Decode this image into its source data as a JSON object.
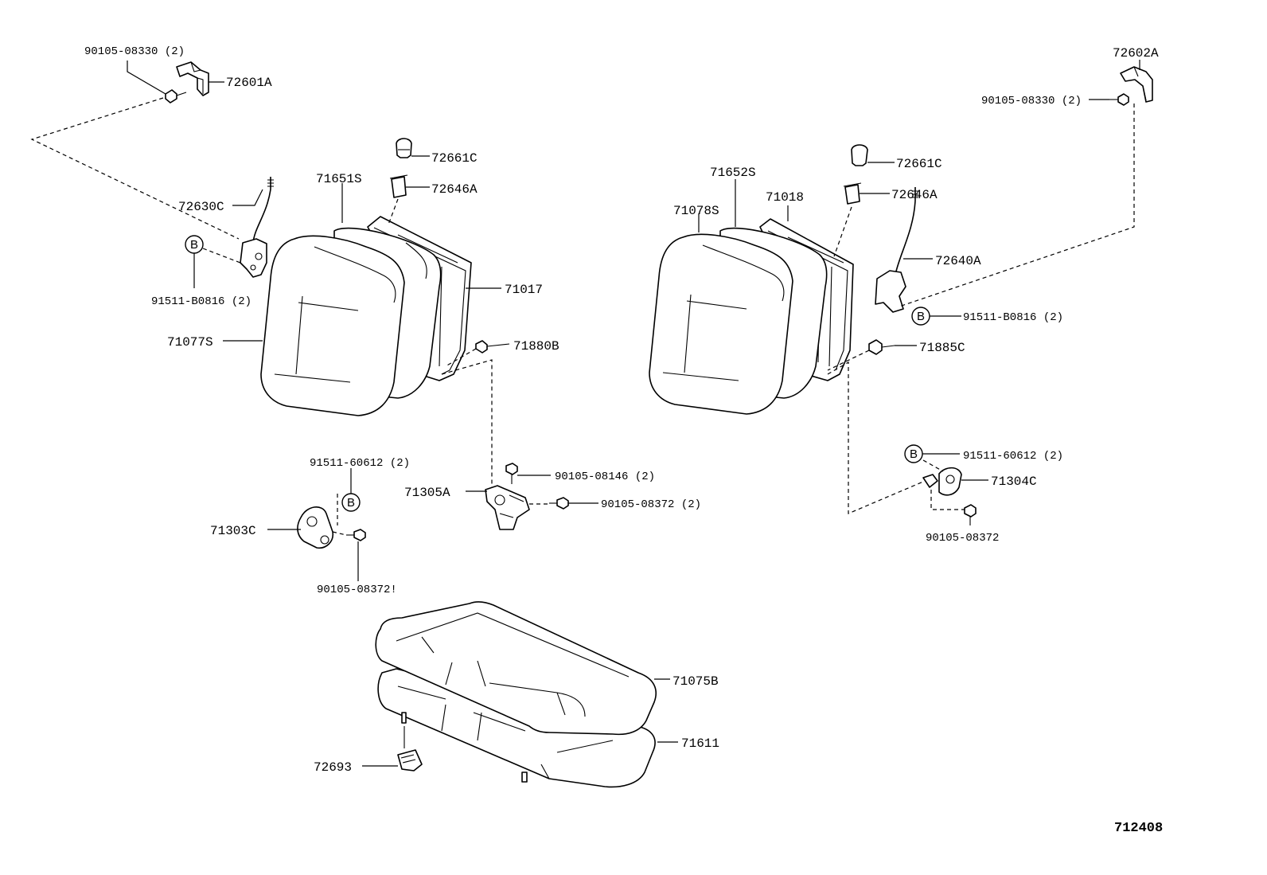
{
  "labels": {
    "p90105_08330_left": "90105-08330 (2)",
    "p72601A": "72601A",
    "p72602A": "72602A",
    "p90105_08330_right": "90105-08330 (2)",
    "p72661C_left": "72661C",
    "p72646A_left": "72646A",
    "p71651S": "71651S",
    "p72630C": "72630C",
    "p91511_B0816_left": "91511-B0816 (2)",
    "p71017": "71017",
    "p71077S": "71077S",
    "p71880B": "71880B",
    "p72661C_right": "72661C",
    "p72646A_right": "72646A",
    "p71652S": "71652S",
    "p71018": "71018",
    "p71078S": "71078S",
    "p72640A": "72640A",
    "p91511_B0816_right": "91511-B0816 (2)",
    "p71885C": "71885C",
    "p91511_60612_left": "91511-60612 (2)",
    "p90105_08146": "90105-08146 (2)",
    "p71305A": "71305A",
    "p90105_08372_mid": "90105-08372 (2)",
    "p71303C": "71303C",
    "p90105_08372_left": "90105-08372!",
    "p91511_60612_right": "91511-60612 (2)",
    "p71304C": "71304C",
    "p90105_08372_right": "90105-08372",
    "p71075B": "71075B",
    "p71611": "71611",
    "p72693": "72693"
  },
  "markers": {
    "b1": "B",
    "b2": "B",
    "b3": "B",
    "b4": "B"
  },
  "diagram_code": "712408"
}
